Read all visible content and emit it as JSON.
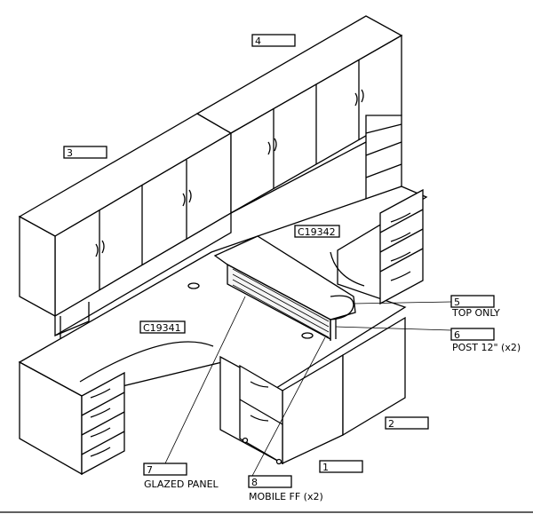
{
  "callouts": [
    {
      "id": "1",
      "label": ""
    },
    {
      "id": "2",
      "label": ""
    },
    {
      "id": "3",
      "label": ""
    },
    {
      "id": "4",
      "label": ""
    },
    {
      "id": "5",
      "label": "TOP ONLY"
    },
    {
      "id": "6",
      "label": "POST 12\" (x2)"
    },
    {
      "id": "7",
      "label": "GLAZED PANEL"
    },
    {
      "id": "8",
      "label": "MOBILE FF (x2)"
    }
  ],
  "codes": {
    "left_desk": "C19341",
    "right_desk": "C19342"
  },
  "colors": {
    "line": "#000000",
    "fill": "#ffffff",
    "panel": "#f4f4f4"
  }
}
